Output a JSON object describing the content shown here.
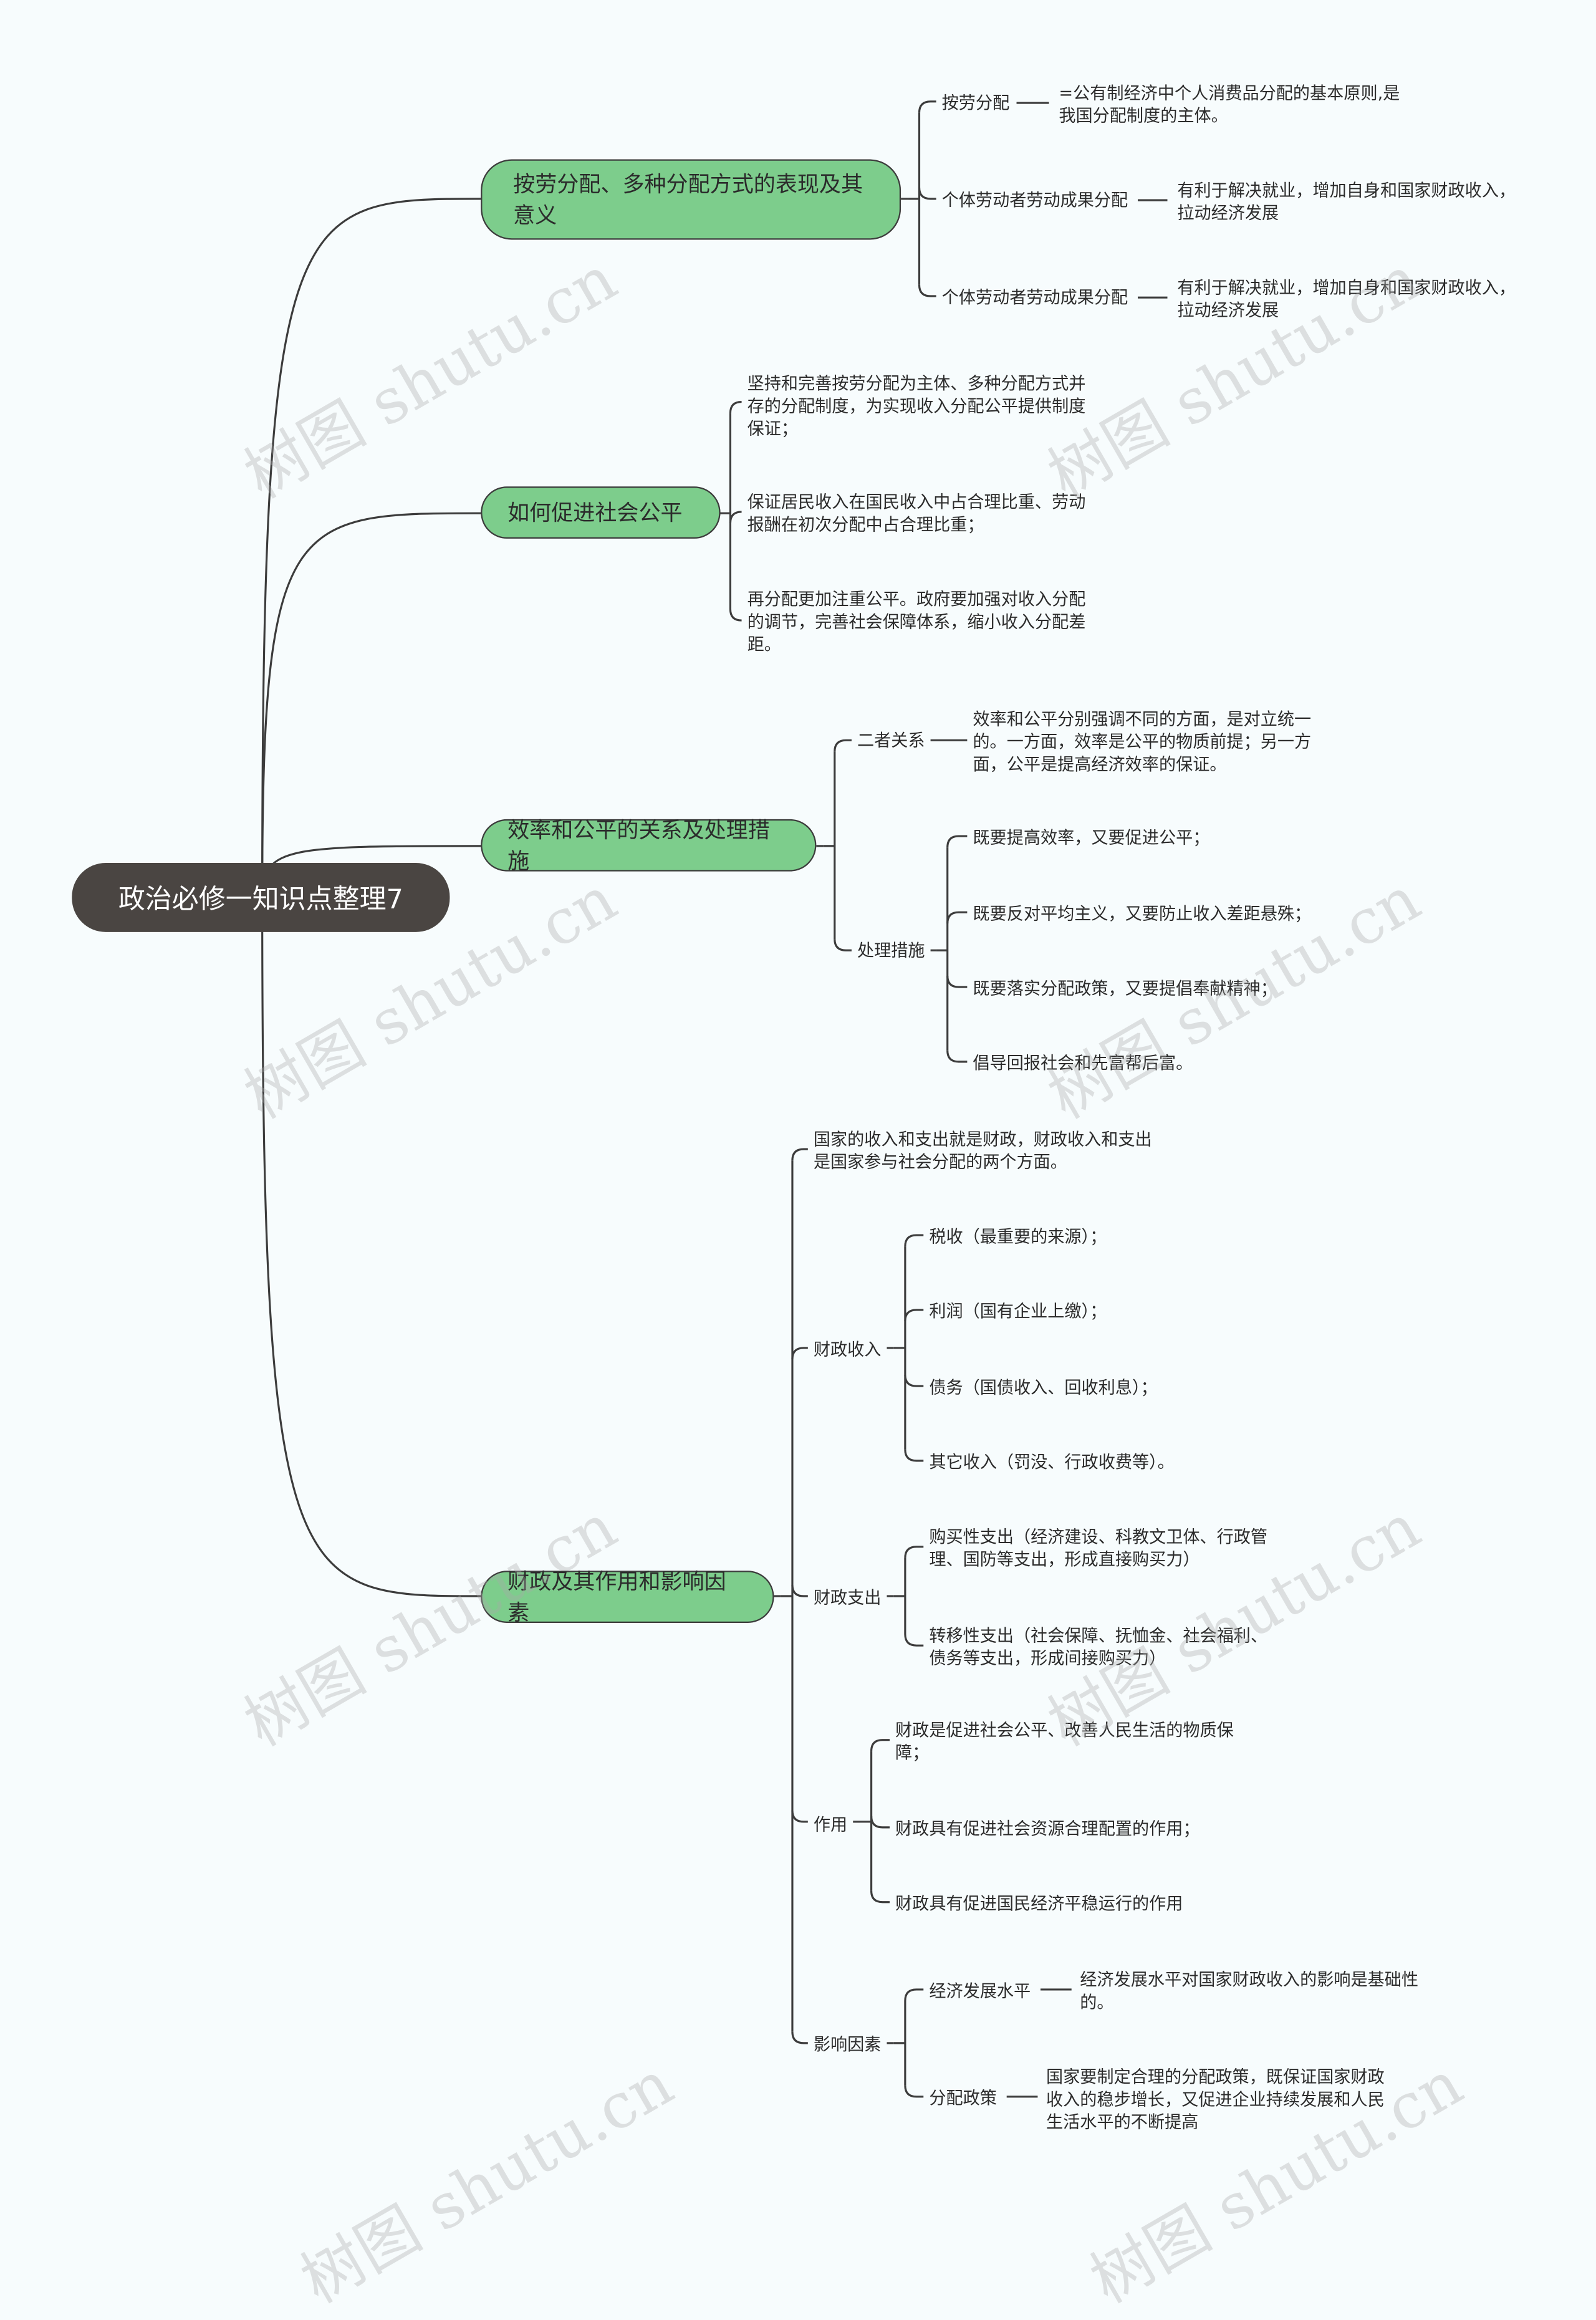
{
  "root": "政治必修一知识点整理7",
  "watermark": "树图 shutu.cn",
  "colors": {
    "root_bg": "#4a4542",
    "branch_bg": "#7dcd8c",
    "line": "#3c3c3c",
    "background": "#f7fcfd"
  },
  "branches": [
    {
      "label": "按劳分配、多种分配方式的表现及其意义",
      "children": [
        {
          "label": "按劳分配",
          "leaves": [
            "=公有制经济中个人消费品分配的基本原则,是我国分配制度的主体。"
          ]
        },
        {
          "label": "个体劳动者劳动成果分配",
          "leaves": [
            "有利于解决就业，增加自身和国家财政收入，拉动经济发展"
          ]
        },
        {
          "label": "个体劳动者劳动成果分配",
          "leaves": [
            "有利于解决就业，增加自身和国家财政收入，拉动经济发展"
          ]
        }
      ]
    },
    {
      "label": "如何促进社会公平",
      "leaves": [
        "坚持和完善按劳分配为主体、多种分配方式并存的分配制度，为实现收入分配公平提供制度保证；",
        "保证居民收入在国民收入中占合理比重、劳动报酬在初次分配中占合理比重；",
        "再分配更加注重公平。政府要加强对收入分配的调节，完善社会保障体系，缩小收入分配差距。"
      ]
    },
    {
      "label": "效率和公平的关系及处理措施",
      "children": [
        {
          "label": "二者关系",
          "leaves": [
            "效率和公平分别强调不同的方面，是对立统一的。一方面，效率是公平的物质前提；另一方面，公平是提高经济效率的保证。"
          ]
        },
        {
          "label": "处理措施",
          "leaves": [
            "既要提高效率，又要促进公平；",
            "既要反对平均主义，又要防止收入差距悬殊；",
            "既要落实分配政策，又要提倡奉献精神；",
            "倡导回报社会和先富帮后富。"
          ]
        }
      ]
    },
    {
      "label": "财政及其作用和影响因素",
      "intro": "国家的收入和支出就是财政，财政收入和支出是国家参与社会分配的两个方面。",
      "children": [
        {
          "label": "财政收入",
          "leaves": [
            "税收（最重要的来源）；",
            "利润（国有企业上缴）；",
            "债务（国债收入、回收利息）；",
            "其它收入（罚没、行政收费等）。"
          ]
        },
        {
          "label": "财政支出",
          "leaves": [
            "购买性支出（经济建设、科教文卫体、行政管理、国防等支出，形成直接购买力）",
            "转移性支出（社会保障、抚恤金、社会福利、债务等支出，形成间接购买力）"
          ]
        },
        {
          "label": "作用",
          "leaves": [
            "财政是促进社会公平、改善人民生活的物质保障；",
            "财政具有促进社会资源合理配置的作用；",
            "财政具有促进国民经济平稳运行的作用"
          ]
        },
        {
          "label": "影响因素",
          "children": [
            {
              "label": "经济发展水平",
              "leaves": [
                "经济发展水平对国家财政收入的影响是基础性的。"
              ]
            },
            {
              "label": "分配政策",
              "leaves": [
                "国家要制定合理的分配政策，既保证国家财政收入的稳步增长，又促进企业持续发展和人民生活水平的不断提高"
              ]
            }
          ]
        }
      ]
    }
  ]
}
